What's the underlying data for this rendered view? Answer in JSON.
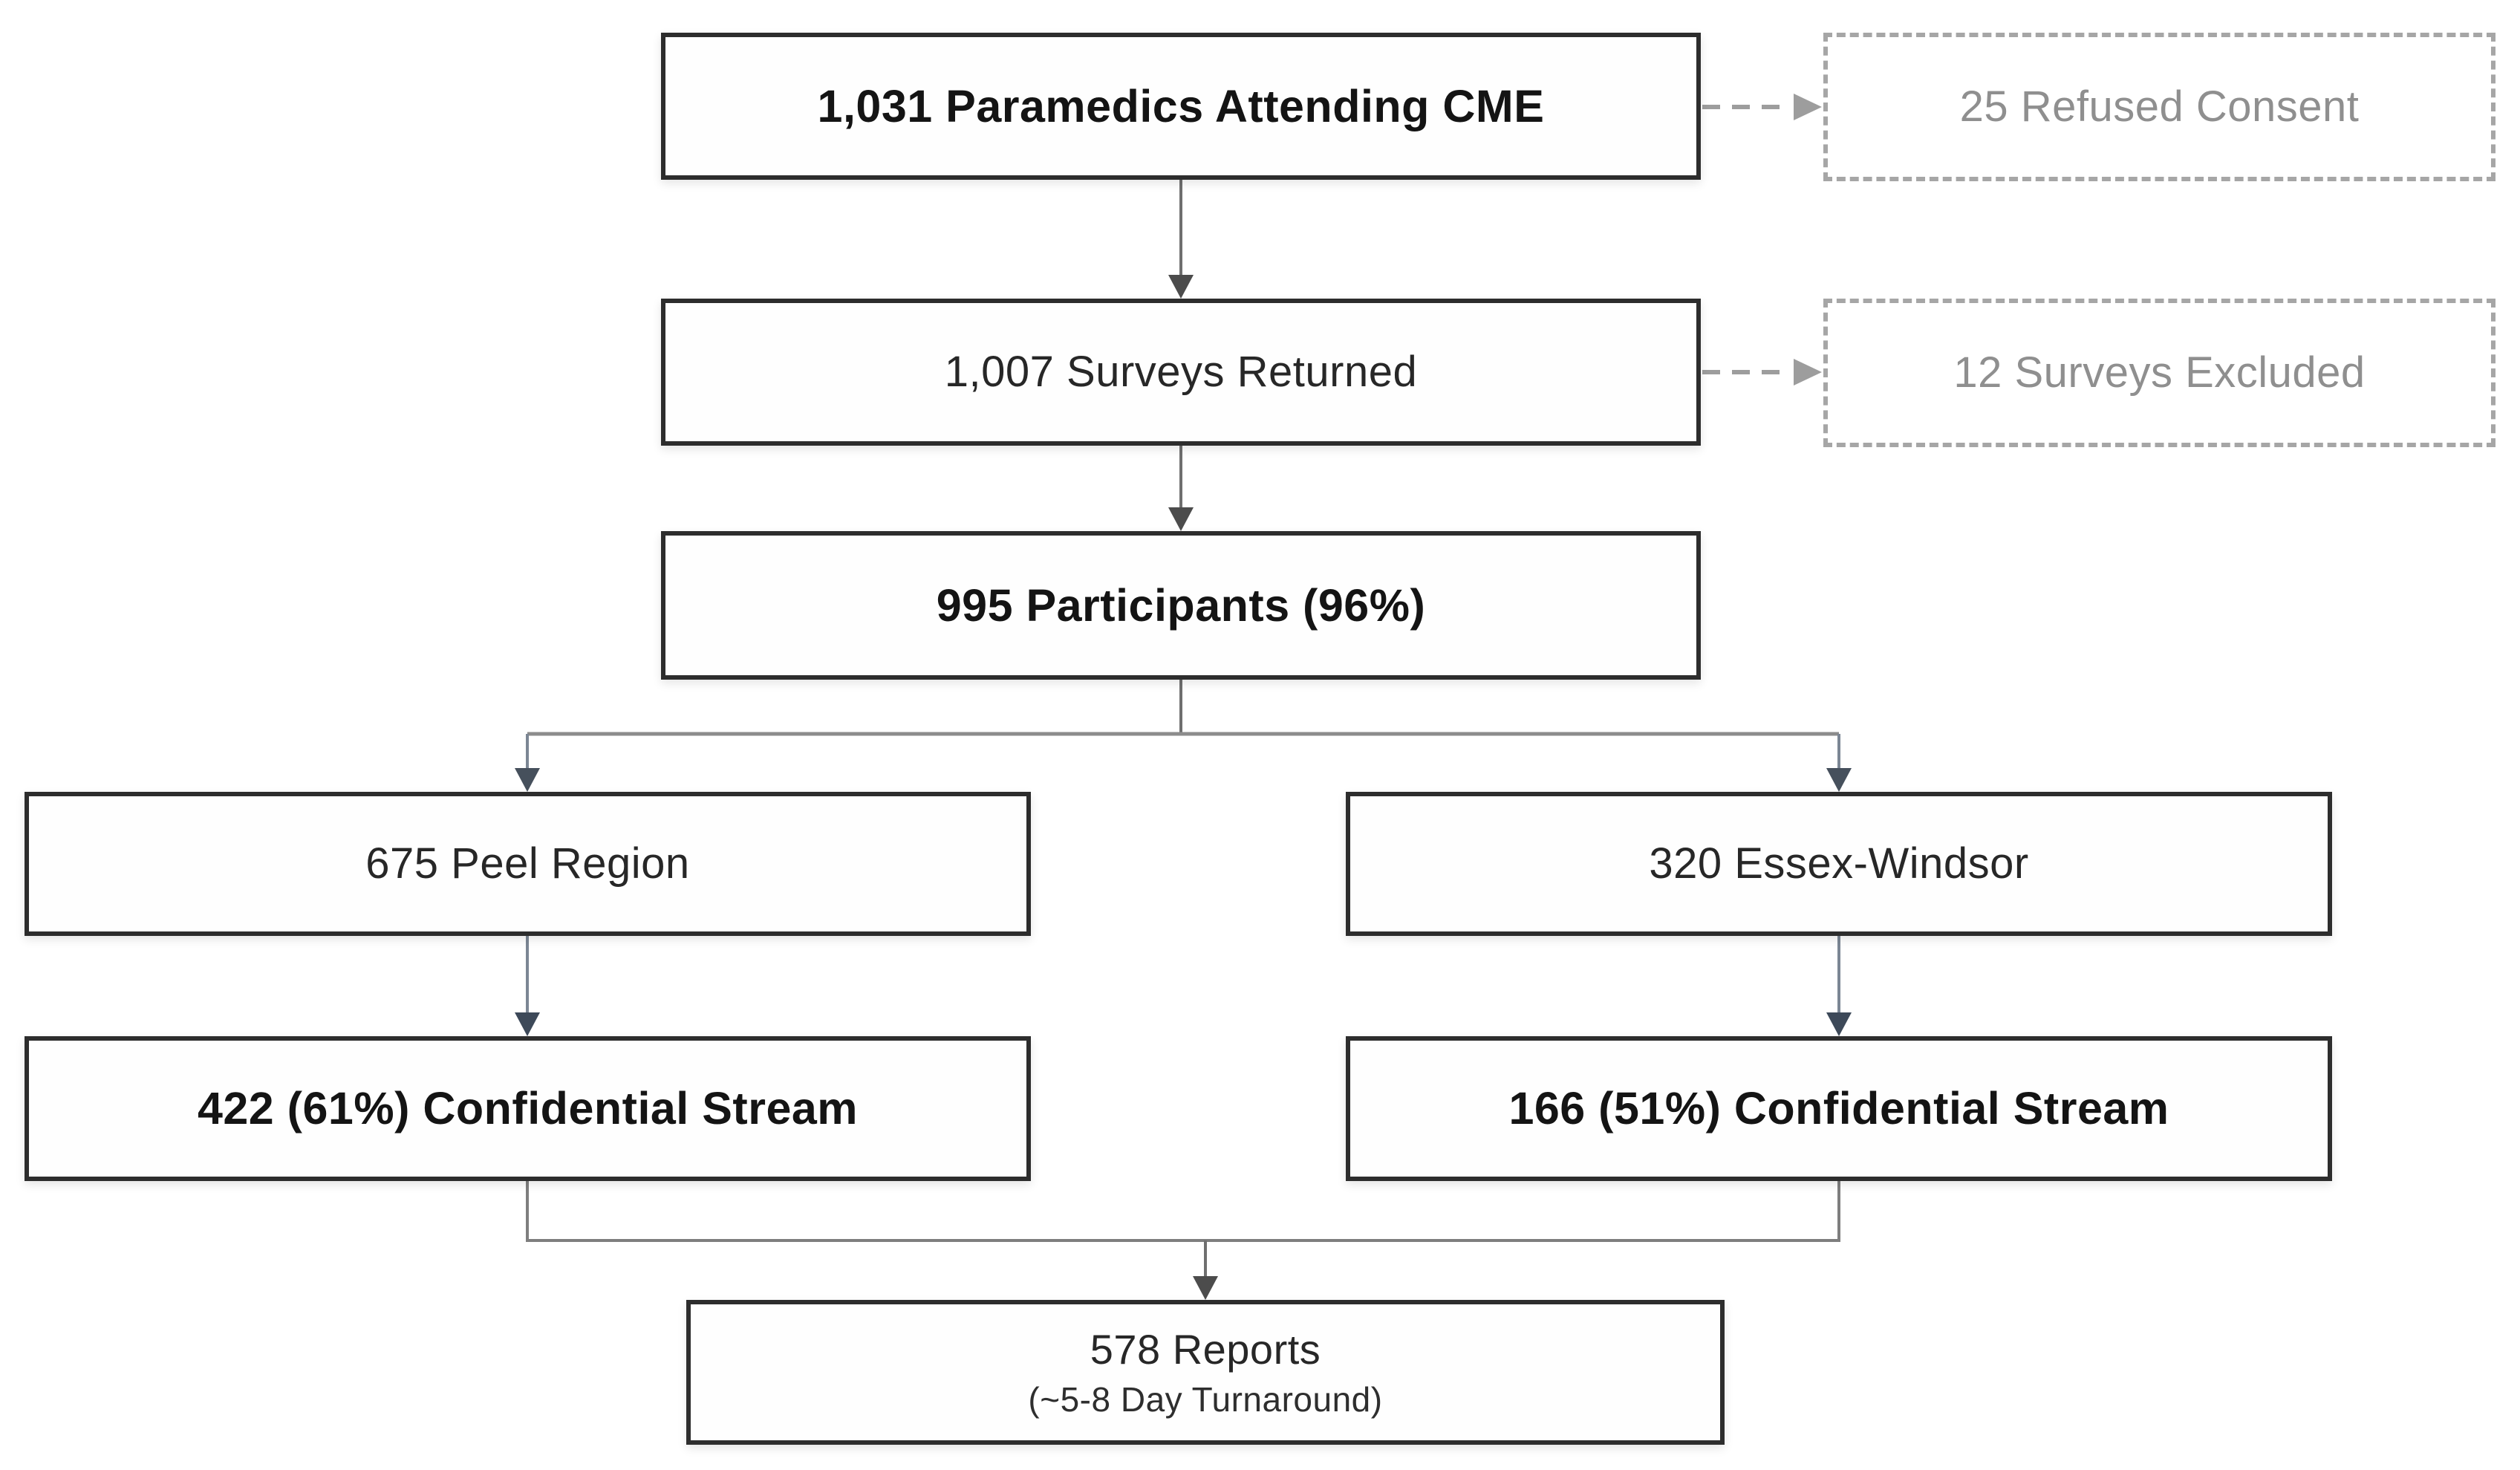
{
  "diagram_type": "flowchart",
  "nodes": {
    "attending": {
      "label": "1,031 Paramedics Attending CME",
      "emphasis": "bold",
      "shape": "solid-box"
    },
    "refused": {
      "label": "25 Refused Consent",
      "emphasis": "regular",
      "shape": "dashed-box"
    },
    "surveys": {
      "label": "1,007 Surveys Returned",
      "emphasis": "regular",
      "shape": "solid-box"
    },
    "excluded": {
      "label": "12 Surveys Excluded",
      "emphasis": "regular",
      "shape": "dashed-box"
    },
    "participants": {
      "label": "995 Participants (96%)",
      "emphasis": "bold",
      "shape": "solid-box"
    },
    "peel": {
      "label": "675 Peel Region",
      "emphasis": "regular",
      "shape": "solid-box"
    },
    "essex": {
      "label": "320 Essex-Windsor",
      "emphasis": "regular",
      "shape": "solid-box"
    },
    "peel_confidential": {
      "label": "422 (61%) Confidential Stream",
      "emphasis": "bold",
      "shape": "solid-box"
    },
    "essex_confidential": {
      "label": "166 (51%) Confidential Stream",
      "emphasis": "bold",
      "shape": "solid-box"
    },
    "reports": {
      "label": "578 Reports",
      "sublabel": "(~5-8 Day Turnaround)",
      "emphasis": "regular",
      "shape": "solid-box"
    }
  },
  "edges": [
    {
      "from": "attending",
      "to": "surveys",
      "style": "solid-arrow"
    },
    {
      "from": "attending",
      "to": "refused",
      "style": "dashed-arrow"
    },
    {
      "from": "surveys",
      "to": "participants",
      "style": "solid-arrow"
    },
    {
      "from": "surveys",
      "to": "excluded",
      "style": "dashed-arrow"
    },
    {
      "from": "participants",
      "to": "peel",
      "style": "solid-arrow"
    },
    {
      "from": "participants",
      "to": "essex",
      "style": "solid-arrow"
    },
    {
      "from": "peel",
      "to": "peel_confidential",
      "style": "solid-arrow"
    },
    {
      "from": "essex",
      "to": "essex_confidential",
      "style": "solid-arrow"
    },
    {
      "from": "peel_confidential",
      "to": "reports",
      "style": "solid-arrow"
    },
    {
      "from": "essex_confidential",
      "to": "reports",
      "style": "solid-arrow"
    }
  ],
  "colors": {
    "box_border": "#2d2d2d",
    "box_background": "#fefefe",
    "box_text": "#141414",
    "dashed_border": "#a6a6a6",
    "dashed_text": "#8f8f8f",
    "connector_line": "#6f6f6f",
    "connector_line_slate": "#7b8694",
    "arrowhead_dark": "#4c4c4c",
    "arrowhead_navy": "#3d4959",
    "dashed_connector": "#9d9d9d"
  }
}
